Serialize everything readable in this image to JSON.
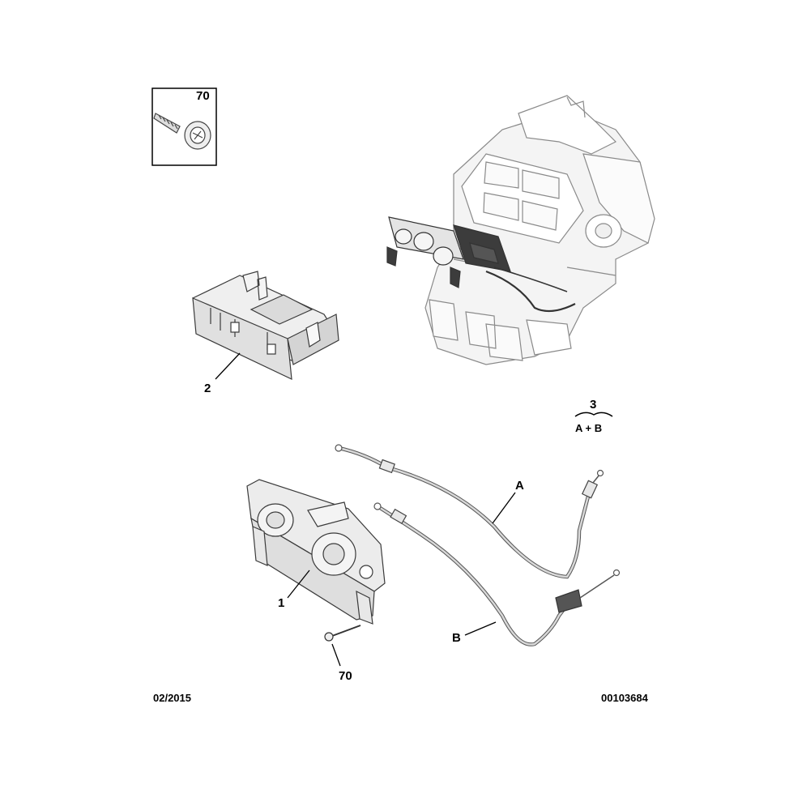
{
  "callouts": {
    "screw_box_ref": "70",
    "control_unit_ref": "2",
    "cable_set_ref": "3",
    "cable_set_sub": "A + B",
    "panel_ref": "1",
    "cable_a_ref": "A",
    "cable_b_ref": "B",
    "screw_ref": "70"
  },
  "footer": {
    "date": "02/2015",
    "diagram_number": "00103684"
  },
  "colors": {
    "line": "#3a3a3a",
    "light_line": "#9a9a9a",
    "part_fill": "#e6e6e6",
    "dark_part": "#3c3c3c",
    "cable": "#cfcfcf"
  }
}
